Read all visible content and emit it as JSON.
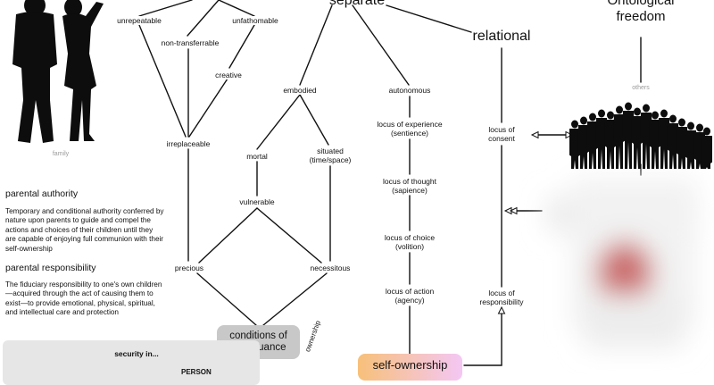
{
  "top": {
    "separate": "separate",
    "relational": "relational",
    "ontological_freedom": "Ontological\nfreedom"
  },
  "nodes": {
    "unrepeatable": "unrepeatable",
    "unfathomable": "unfathomable",
    "non_transferrable": "non-transferrable",
    "creative": "creative",
    "irreplaceable": "irreplaceable",
    "embodied": "embodied",
    "mortal": "mortal",
    "situated": "situated\n(time/space)",
    "vulnerable": "vulnerable",
    "precious": "precious",
    "necessitous": "necessitous",
    "autonomous": "autonomous",
    "locus_experience": "locus of experience\n(sentience)",
    "locus_thought": "locus of thought\n(sapience)",
    "locus_choice": "locus of choice\n(volition)",
    "locus_action": "locus of action\n(agency)",
    "locus_consent": "locus of\nconsent",
    "locus_responsibility": "locus of\nresponsibility"
  },
  "boxes": {
    "conditions": "conditions of\ncontinuance",
    "self_ownership": "self-ownership",
    "rotated_partial": "ownership"
  },
  "captions": {
    "family": "family",
    "others": "others"
  },
  "left_text": {
    "authority_heading": "parental authority",
    "authority_body": "Temporary and conditional authority conferred by nature upon parents to guide and compel the actions and choices of their children until they are capable of enjoying full communion with their self-ownership",
    "responsibility_heading": "parental responsibility",
    "responsibility_body": "The fiduciary responsibility to one's own children—acquired through the act of causing them to exist—to provide emotional, physical, spiritual, and intellectual care and protection"
  },
  "bottom_panel": {
    "security": "security in...",
    "person": "PERSON"
  },
  "colors": {
    "conditions_box": "#c8c8c8",
    "self_ownership_gradient_start": "#f7c07a",
    "self_ownership_gradient_end": "#f4c7f4",
    "bottom_panel": "#e6e6e6",
    "silhouette": "#0d0d0d",
    "caption_grey": "#9a9a9a"
  },
  "icons": {
    "family_silhouette": "couple-silhouette-icon",
    "others_silhouette": "crowd-silhouette-icon",
    "blurred_figure": "blurred-person-image"
  }
}
